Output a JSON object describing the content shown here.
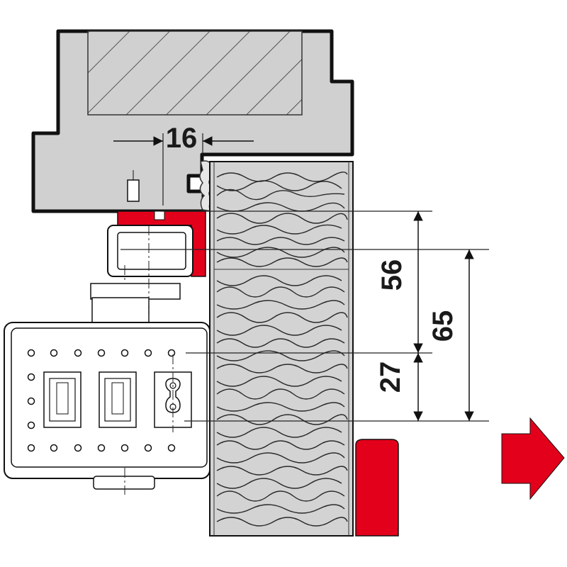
{
  "dimensions": {
    "d16": "16",
    "d56": "56",
    "d65": "65",
    "d27": "27"
  },
  "colors": {
    "frame_gray": "#d0d0d0",
    "wood_gray": "#d3d3d3",
    "accent_red": "#e3001b",
    "outline": "#111111",
    "line": "#222222"
  },
  "icons": {
    "direction": "right-arrow-icon"
  }
}
